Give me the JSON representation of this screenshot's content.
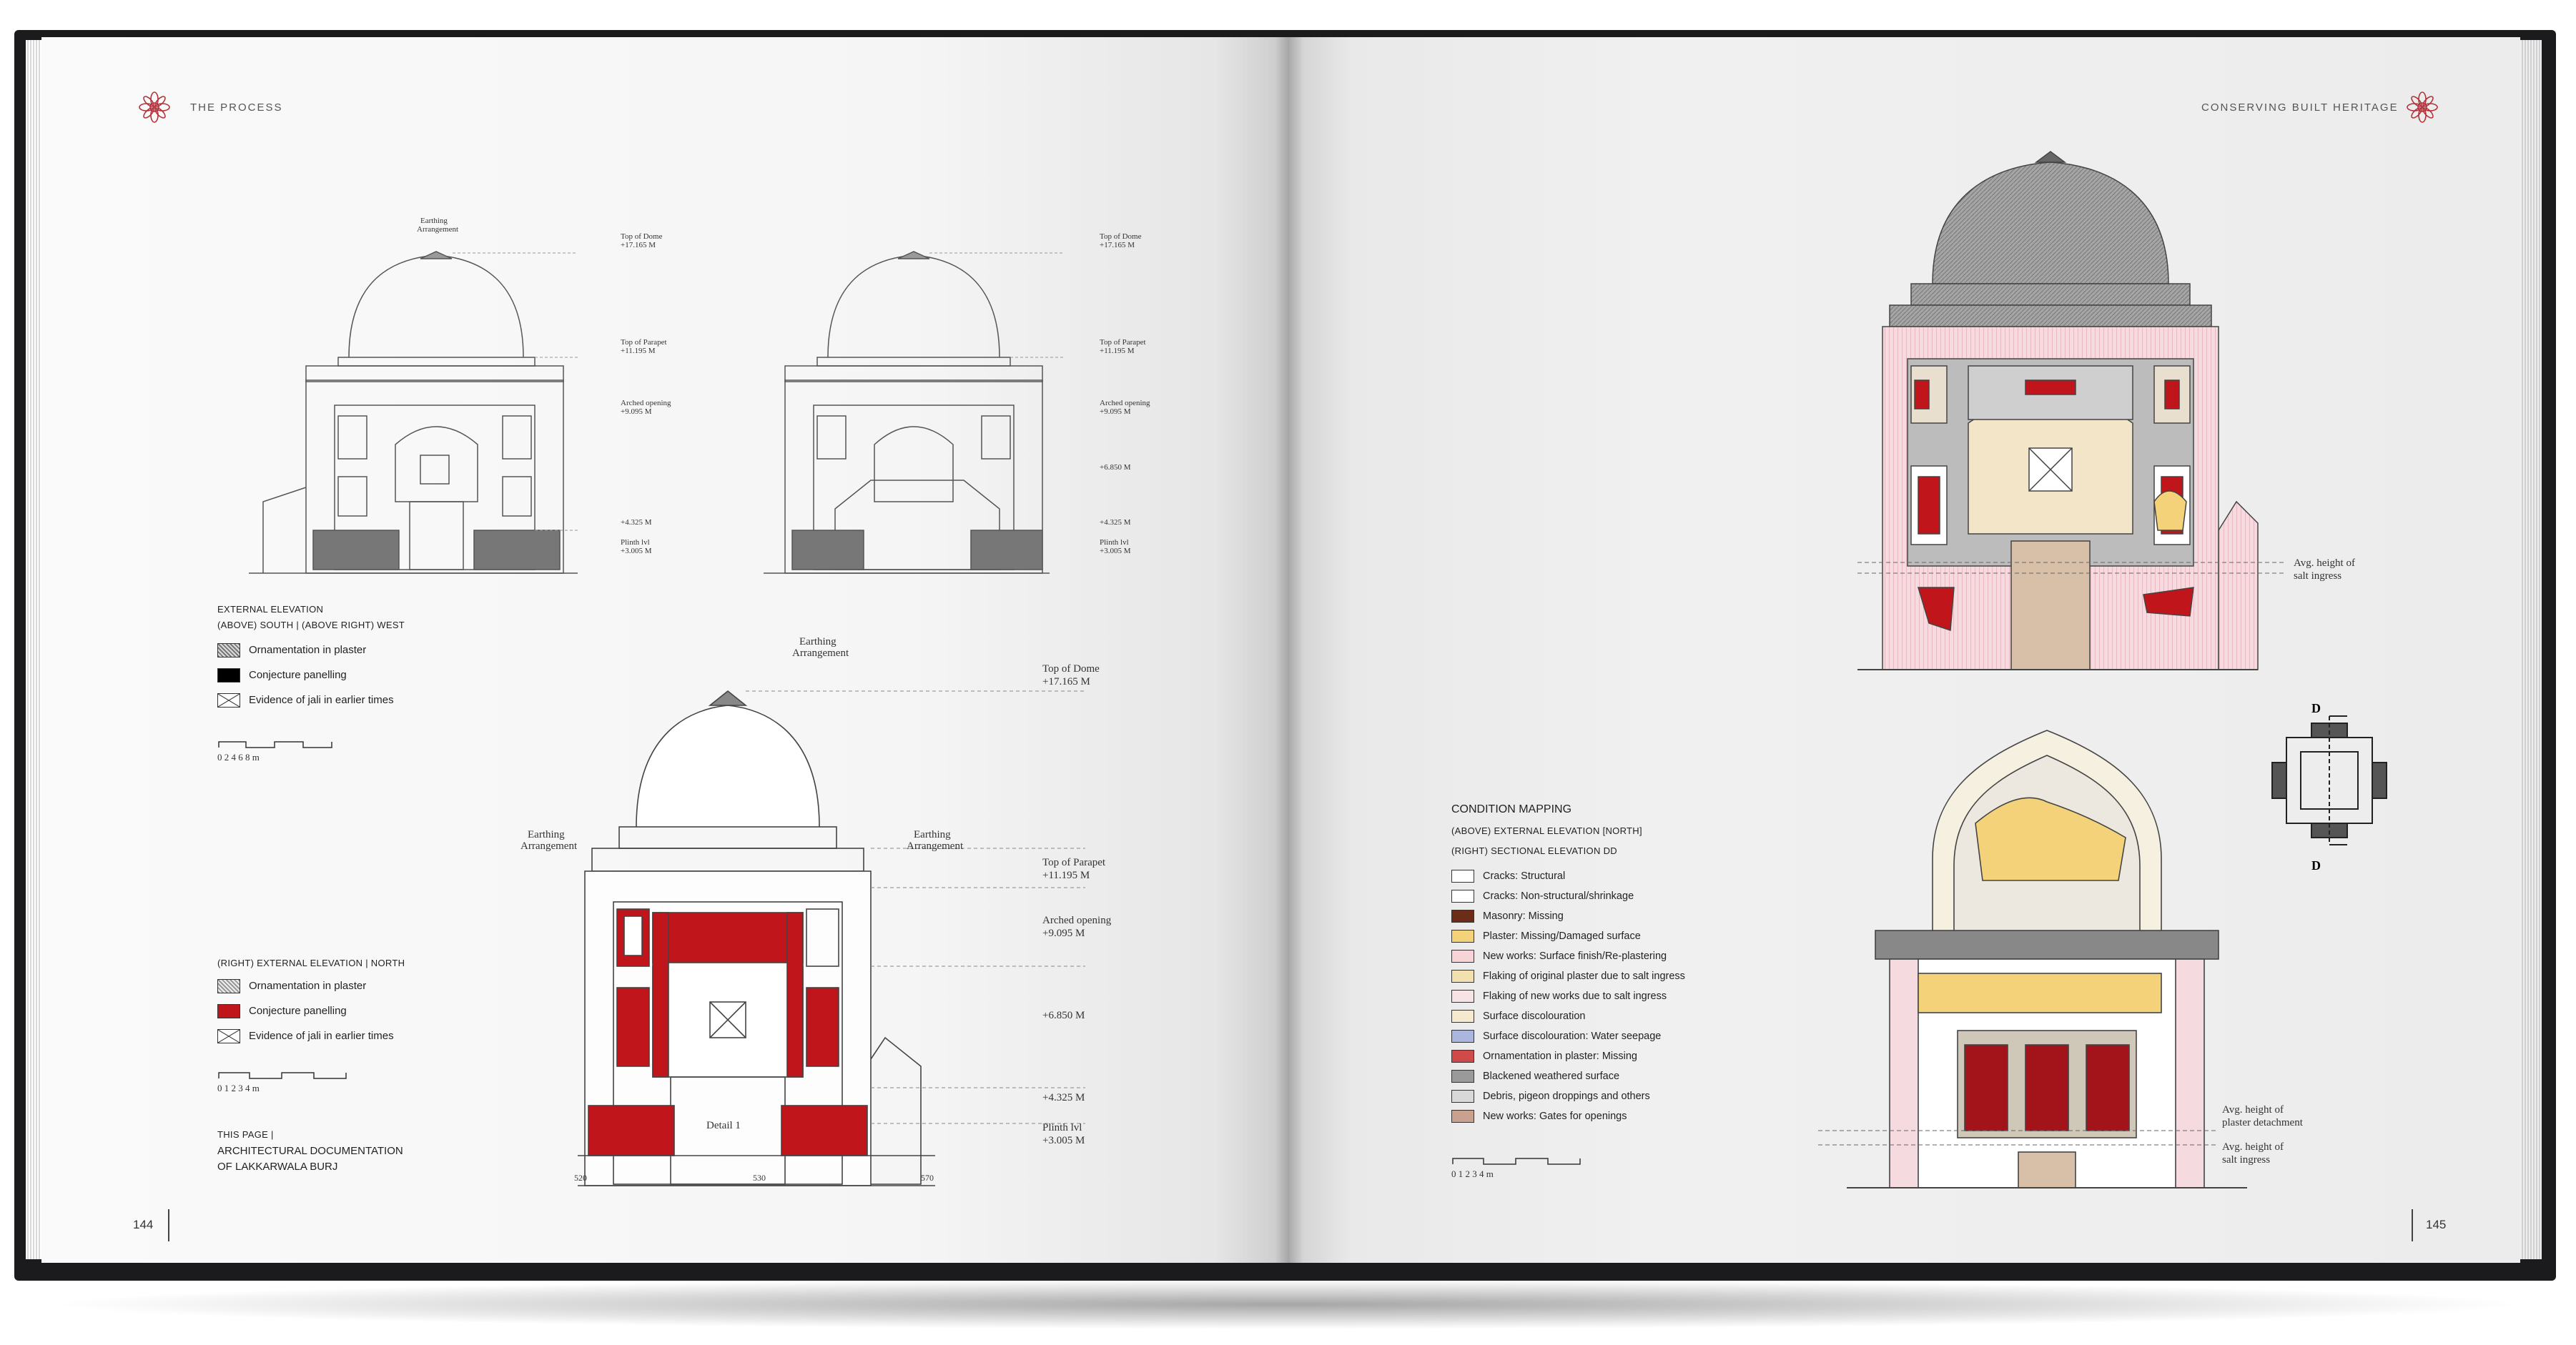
{
  "left_page": {
    "header": "THE PROCESS",
    "page_number": "144",
    "caption_top": {
      "title": "EXTERNAL ELEVATION",
      "subtitle": "(ABOVE) SOUTH | (ABOVE RIGHT) WEST"
    },
    "legend_top": [
      {
        "label": "Ornamentation in plaster",
        "fill": "#9a9a9a"
      },
      {
        "label": "Conjecture panelling",
        "fill": "#000000"
      },
      {
        "label": "Evidence of jali in earlier times",
        "fill": "#ffffff"
      }
    ],
    "scale_top": "0  2  4  6  8 m",
    "caption_mid": "(RIGHT) EXTERNAL ELEVATION | NORTH",
    "legend_mid": [
      {
        "label": "Ornamentation in plaster",
        "fill": "#bbbbbb"
      },
      {
        "label": "Conjecture panelling",
        "fill": "#c0151b"
      },
      {
        "label": "Evidence of jali in earlier times",
        "fill": "#ffffff"
      }
    ],
    "scale_mid": "0   1   2   3   4 m",
    "caption_bottom": {
      "kicker": "THIS PAGE |",
      "line1": "ARCHITECTURAL DOCUMENTATION",
      "line2": "OF LAKKARWALA BURJ"
    },
    "drawing_labels": {
      "earthing": "Earthing",
      "arrangement": "Arrangement",
      "top_dome": "Top of Dome",
      "top_dome_val": "+17.165 M",
      "top_parapet": "Top of Parapet",
      "top_parapet_val": "+11.195 M",
      "arched": "Arched opening",
      "arched_val": "+9.095 M",
      "lvl_6850": "+6.850 M",
      "lvl_4325": "+4.325 M",
      "plinth": "Plinth lvl",
      "plinth_val": "+3.005 M",
      "detail": "Detail 1",
      "dim_520": "520",
      "dim_530": "530",
      "dim_570": "570"
    }
  },
  "right_page": {
    "header": "CONSERVING BUILT HERITAGE",
    "page_number": "145",
    "condition_title": "CONDITION MAPPING",
    "condition_sub1": "(ABOVE) EXTERNAL ELEVATION [NORTH]",
    "condition_sub2": "(RIGHT) SECTIONAL ELEVATION DD",
    "legend": [
      {
        "label": "Cracks: Structural",
        "fill": "#ffffff"
      },
      {
        "label": "Cracks: Non-structural/shrinkage",
        "fill": "#ffffff"
      },
      {
        "label": "Masonry: Missing",
        "fill": "#6b2d17"
      },
      {
        "label": "Plaster: Missing/Damaged surface",
        "fill": "#f3d27a"
      },
      {
        "label": "New works: Surface finish/Re-plastering",
        "fill": "#f6d4d8"
      },
      {
        "label": "Flaking of original plaster due to salt ingress",
        "fill": "#f3e0b0"
      },
      {
        "label": "Flaking of new works due to salt ingress",
        "fill": "#f7e3e6"
      },
      {
        "label": "Surface discolouration",
        "fill": "#f5ead0"
      },
      {
        "label": "Surface discolouration: Water seepage",
        "fill": "#aab6de"
      },
      {
        "label": "Ornamentation in plaster: Missing",
        "fill": "#d14a4a"
      },
      {
        "label": "Blackened weathered surface",
        "fill": "#9a9a9a"
      },
      {
        "label": "Debris, pigeon droppings and others",
        "fill": "#d8d8d8"
      },
      {
        "label": "New works: Gates for openings",
        "fill": "#caa08f"
      }
    ],
    "scale": "0   1   2   3   4 m",
    "salt_label_1": "Avg. height of",
    "salt_label_2": "salt ingress",
    "detach_1": "Avg. height of",
    "detach_2": "plaster detachment",
    "detach_3": "Avg. height of",
    "detach_4": "salt ingress",
    "key_label": "D"
  }
}
